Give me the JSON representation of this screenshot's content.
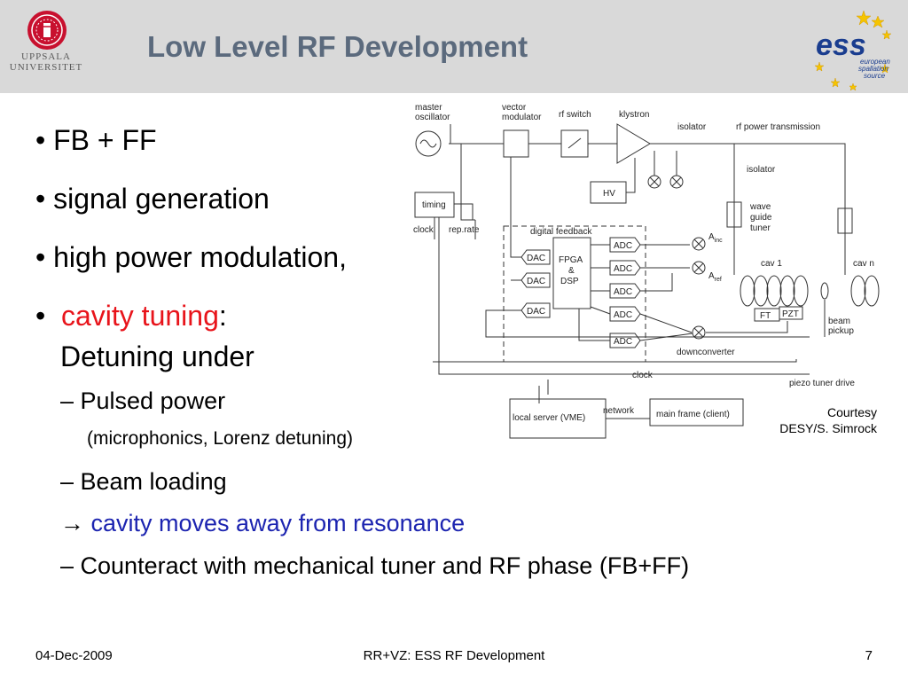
{
  "header": {
    "title": "Low Level RF Development",
    "uu_logo_text": [
      "UPPSALA",
      "UNIVERSITET"
    ],
    "ess_logo_text": [
      "ess",
      "european",
      "spallation",
      "source"
    ],
    "background": "#d9d9d9",
    "title_color": "#5b6a7d"
  },
  "bullets": {
    "b1": "FB + FF",
    "b2": "signal generation",
    "b3": "high power modulation,",
    "b4_highlight": "cavity tuning",
    "b4_colon": ":",
    "b4_line2": "Detuning under",
    "sub1": "– Pulsed power",
    "sub1_detail": "(microphonics, Lorenz detuning)",
    "sub2": "– Beam loading",
    "arrow": "→",
    "arrow_text": "cavity moves away from resonance",
    "sub3": "– Counteract with mechanical tuner and RF phase (FB+FF)",
    "highlight_red": "#e8141b",
    "highlight_blue": "#1c24b0"
  },
  "diagram": {
    "master_osc": [
      "master",
      "oscillator"
    ],
    "vector_mod": [
      "vector",
      "modulator"
    ],
    "rf_switch": "rf switch",
    "klystron": "klystron",
    "isolator_top": "isolator",
    "rf_power": "rf power transmission",
    "isolator_right": "isolator",
    "timing": "timing",
    "hv": "HV",
    "clock_left": "clock",
    "rep_rate": "rep.rate",
    "digital_feedback": "digital feedback",
    "dac": "DAC",
    "fpga": [
      "FPGA",
      "&",
      "DSP"
    ],
    "adc": "ADC",
    "a_inc": "A",
    "a_inc_sub": "inc",
    "a_ref": "A",
    "a_ref_sub": "ref",
    "waveguide": [
      "wave",
      "guide",
      "tuner"
    ],
    "cav1": "cav 1",
    "cavn": "cav n",
    "ft": "FT",
    "pzt": "PZT",
    "beam_pickup": [
      "beam",
      "pickup"
    ],
    "downconverter": "downconverter",
    "clock_bottom": "clock",
    "piezo": "piezo tuner drive",
    "network": "network",
    "local_server": "local server (VME)",
    "main_frame": "main frame (client)"
  },
  "courtesy": [
    "Courtesy",
    "DESY/S. Simrock"
  ],
  "footer": {
    "date": "04-Dec-2009",
    "center": "RR+VZ: ESS RF Development",
    "page": "7"
  }
}
